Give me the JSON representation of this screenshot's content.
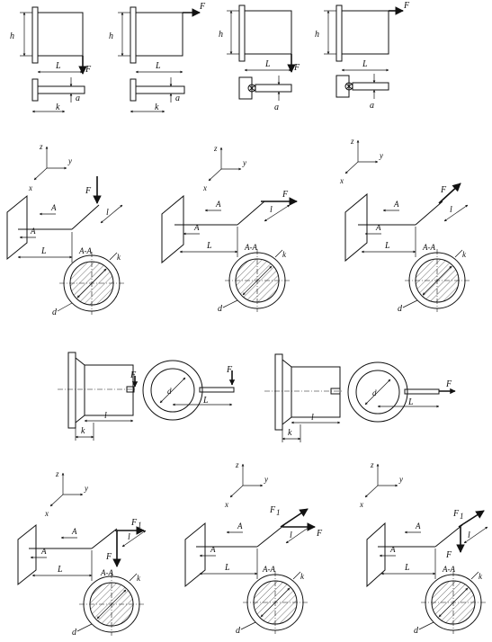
{
  "labels": {
    "h": "h",
    "L": "L",
    "F": "F",
    "k": "k",
    "a": "a",
    "l": "l",
    "z": "z",
    "y": "y",
    "x": "x",
    "A": "A",
    "AA": "A-A",
    "d": "d",
    "F1": "F",
    "sub1": "1"
  }
}
